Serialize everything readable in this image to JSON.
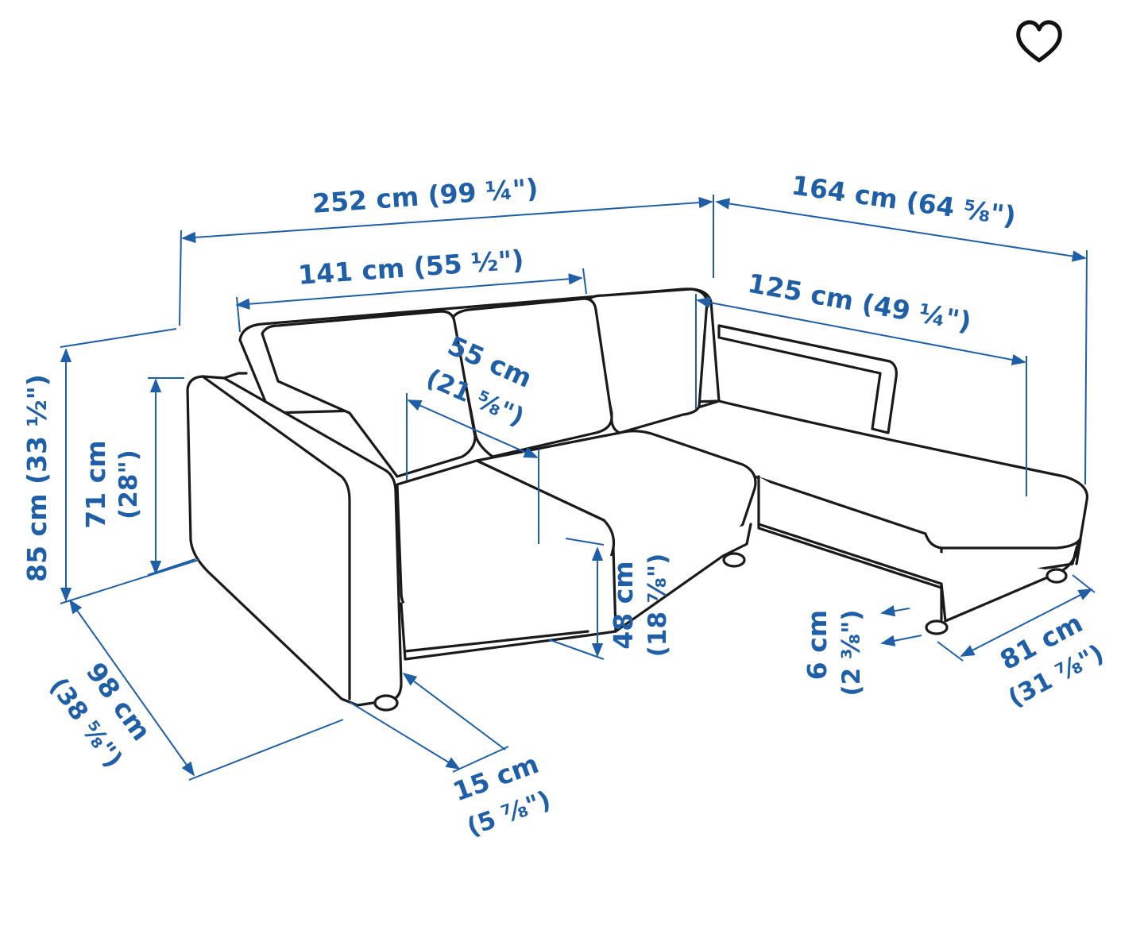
{
  "colors": {
    "dimension": "#1f5fa8",
    "outline": "#1a1a1a",
    "background": "#ffffff"
  },
  "toolbar": {
    "favorite_icon": "heart-outline-icon"
  },
  "dimensions": {
    "total_width": "252 cm (99 ¼\")",
    "chaise_length": "164 cm (64 ⅝\")",
    "seat_width": "141 cm (55 ½\")",
    "chaise_seat_length": "125 cm (49 ¼\")",
    "seat_depth_cm": "55 cm",
    "seat_depth_in": "(21 ⅝\")",
    "total_height": "85 cm (33 ½\")",
    "armrest_height_cm": "71 cm",
    "armrest_height_in": "(28\")",
    "seat_height_cm": "48 cm",
    "seat_height_in": "(18 ⅞\")",
    "leg_height_cm": "6 cm",
    "leg_height_in": "(2 ⅜\")",
    "chaise_width_cm": "81 cm",
    "chaise_width_in": "(31 ⅞\")",
    "total_depth_cm": "98 cm",
    "total_depth_in": "(38 ⅝\")",
    "armrest_width_cm": "15 cm",
    "armrest_width_in": "(5 ⅞\")"
  }
}
